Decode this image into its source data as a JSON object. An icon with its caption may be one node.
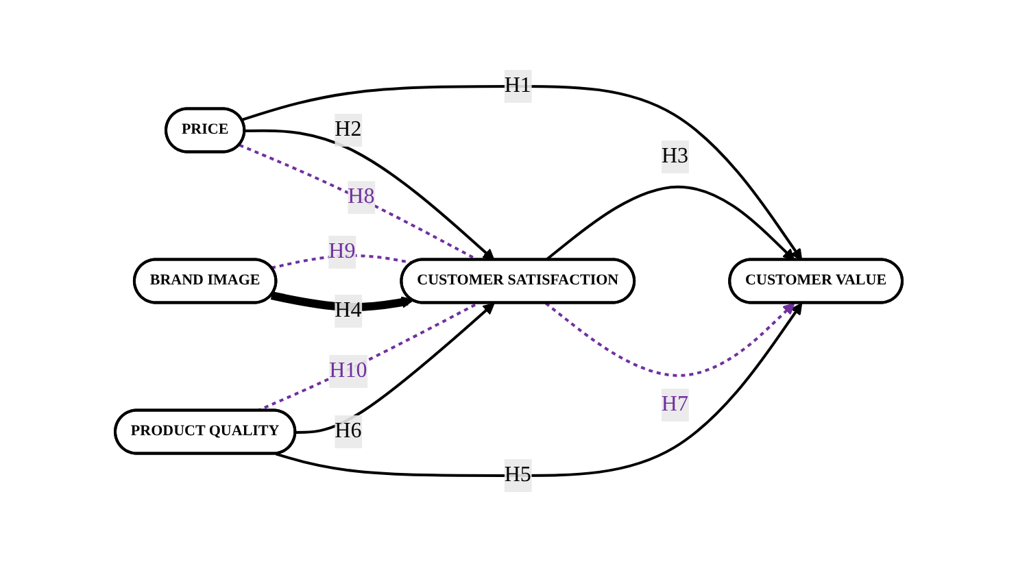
{
  "diagram": {
    "nodes": [
      {
        "text": [
          "PRICE"
        ]
      },
      {
        "text": [
          "BRAND IMAGE"
        ]
      },
      {
        "text": [
          "PRODUCT QUALITY"
        ]
      },
      {
        "text": [
          "CUSTOMER SATISFACTION"
        ]
      },
      {
        "text": [
          "CUSTOMER VALUE"
        ]
      }
    ],
    "edges": [
      {
        "from": 0,
        "to": 4,
        "arrow": "to",
        "label": "H1"
      },
      {
        "from": 0,
        "to": 3,
        "arrow": "to",
        "label": "H2"
      },
      {
        "from": 0,
        "to": 3,
        "arrow": "none",
        "label": "H8",
        "style": "dashed",
        "color": "#7030a0"
      },
      {
        "from": 1,
        "to": 3,
        "arrow": "none",
        "label": "H9",
        "style": "dashed",
        "color": "#7030a0"
      },
      {
        "from": 1,
        "to": 3,
        "arrow": "to",
        "label": "H4",
        "style": "thick"
      },
      {
        "from": 2,
        "to": 3,
        "arrow": "none",
        "label": "H10",
        "style": "dashed",
        "color": "#7030a0"
      },
      {
        "from": 2,
        "to": 3,
        "arrow": "to",
        "label": "H6"
      },
      {
        "from": 2,
        "to": 4,
        "arrow": "to",
        "label": "H5"
      },
      {
        "from": 3,
        "to": 4,
        "arrow": "to",
        "label": "H3"
      },
      {
        "from": 3,
        "to": 4,
        "arrow": "to",
        "label": "H7",
        "style": "dashed",
        "color": "#7030a0"
      }
    ]
  }
}
